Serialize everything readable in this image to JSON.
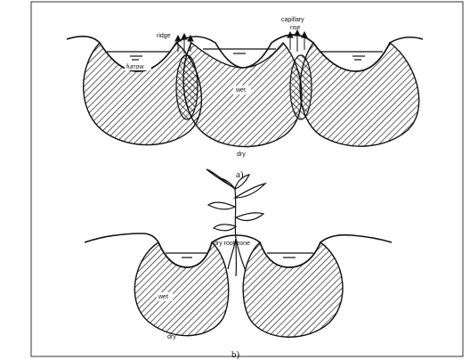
{
  "panel_a": {
    "caption": "a)",
    "labels": {
      "ridge": "ridge",
      "capillary": "capillary",
      "rise": "rise",
      "furrow": "furrow",
      "wet": "wet",
      "dry": "dry"
    }
  },
  "panel_b": {
    "caption": "b)",
    "labels": {
      "dry_root_zone": "dry root zone",
      "wet": "wet",
      "dry": "dry"
    }
  },
  "colors": {
    "ink": "#111111",
    "background": "#ffffff",
    "frame": "#333333"
  }
}
